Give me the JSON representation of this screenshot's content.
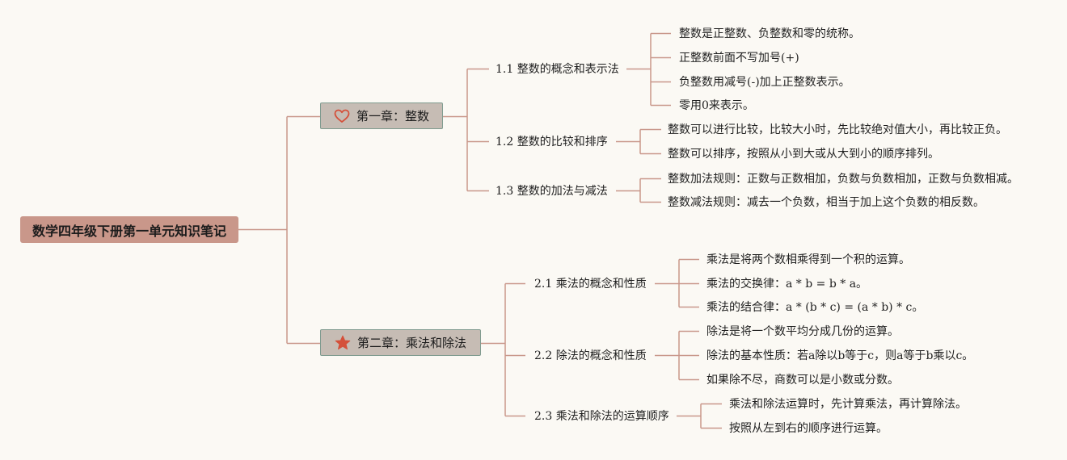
{
  "root": {
    "title": "数学四年级下册第一单元知识笔记"
  },
  "colors": {
    "line": "#c9978a",
    "root_bg": "#c9978a",
    "chapter_bg": "#c6bcb4",
    "icon": "#d4503a"
  },
  "chapters": [
    {
      "title": "第一章：整数",
      "icon": "heart-icon",
      "sections": [
        {
          "title": "1.1 整数的概念和表示法",
          "points": [
            "整数是正整数、负整数和零的统称。",
            "正整数前面不写加号(+)",
            "负整数用减号(-)加上正整数表示。",
            "零用0来表示。"
          ]
        },
        {
          "title": "1.2 整数的比较和排序",
          "points": [
            "整数可以进行比较，比较大小时，先比较绝对值大小，再比较正负。",
            "整数可以排序，按照从小到大或从大到小的顺序排列。"
          ]
        },
        {
          "title": "1.3 整数的加法与减法",
          "points": [
            "整数加法规则：正数与正数相加，负数与负数相加，正数与负数相减。",
            "整数减法规则：减去一个负数，相当于加上这个负数的相反数。"
          ]
        }
      ]
    },
    {
      "title": "第二章：乘法和除法",
      "icon": "star-icon",
      "sections": [
        {
          "title": "2.1 乘法的概念和性质",
          "points": [
            "乘法是将两个数相乘得到一个积的运算。",
            "乘法的交换律：a * b = b * a。",
            "乘法的结合律：a * (b * c) = (a * b) * c。"
          ]
        },
        {
          "title": "2.2 除法的概念和性质",
          "points": [
            "除法是将一个数平均分成几份的运算。",
            "除法的基本性质：若a除以b等于c，则a等于b乘以c。",
            "如果除不尽，商数可以是小数或分数。"
          ]
        },
        {
          "title": "2.3 乘法和除法的运算顺序",
          "points": [
            "乘法和除法运算时，先计算乘法，再计算除法。",
            "按照从左到右的顺序进行运算。"
          ]
        }
      ]
    }
  ]
}
